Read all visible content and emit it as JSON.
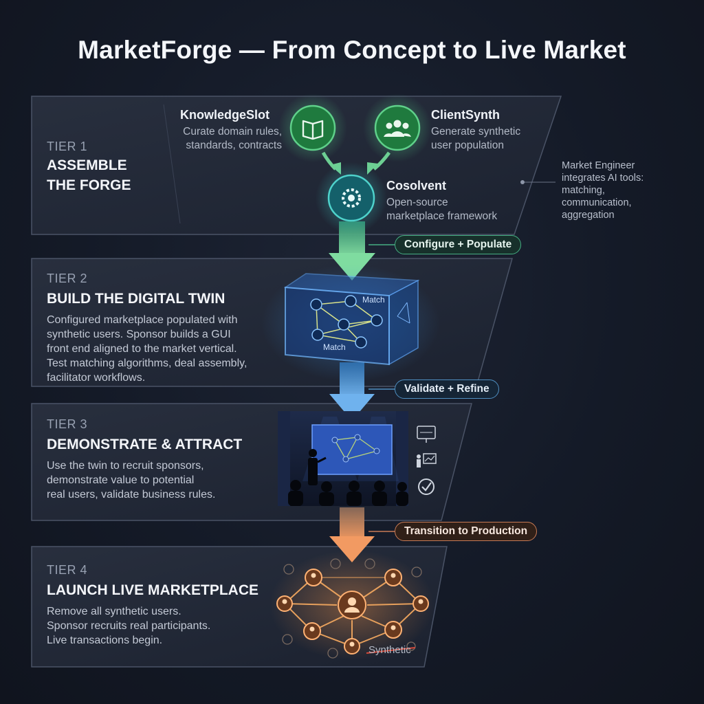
{
  "title": "MarketForge — From Concept to Live Market",
  "tiers": [
    {
      "label": "TIER 1",
      "title_lines": [
        "ASSEMBLE",
        "THE FORGE"
      ],
      "components": [
        {
          "name": "KnowledgeSlot",
          "desc_lines": [
            "Curate domain rules,",
            "standards, contracts"
          ],
          "icon": "book-icon"
        },
        {
          "name": "ClientSynth",
          "desc_lines": [
            "Generate synthetic",
            "user population"
          ],
          "icon": "users-icon"
        },
        {
          "name": "Cosolvent",
          "desc_lines": [
            "Open-source",
            "marketplace framework"
          ],
          "icon": "gear-icon"
        }
      ],
      "side_note_lines": [
        "Market Engineer",
        "integrates AI tools:",
        "matching,",
        "communication,",
        "aggregation"
      ]
    },
    {
      "label": "TIER 2",
      "title_lines": [
        "BUILD THE DIGITAL TWIN"
      ],
      "desc_lines": [
        "Configured marketplace populated with",
        "synthetic users. Sponsor builds a GUI",
        "front end aligned to the market vertical.",
        "Test matching algorithms, deal assembly,",
        "facilitator workflows."
      ],
      "twin_labels": [
        "Match",
        "Match"
      ]
    },
    {
      "label": "TIER 3",
      "title_lines": [
        "DEMONSTRATE & ATTRACT"
      ],
      "desc_lines": [
        "Use the twin to recruit sponsors,",
        "demonstrate value to potential",
        "real users, validate business rules."
      ],
      "icons": [
        "presentation-board-icon",
        "presenter-chart-icon",
        "check-circle-icon"
      ]
    },
    {
      "label": "TIER 4",
      "title_lines": [
        "LAUNCH LIVE MARKETPLACE"
      ],
      "desc_lines": [
        "Remove all synthetic users.",
        "Sponsor recruits real participants.",
        "Live transactions begin."
      ],
      "struck_tag": "Synthetic"
    }
  ],
  "transitions": [
    {
      "label": "Configure + Populate",
      "color": "#46b083"
    },
    {
      "label": "Validate + Refine",
      "color": "#4f8fc2"
    },
    {
      "label": "Transition to Production",
      "color": "#c97b55"
    }
  ],
  "colors": {
    "green": "#3fae6a",
    "blue": "#3d8fe0",
    "orange": "#e58a4a",
    "teal": "#1c8a8a"
  }
}
